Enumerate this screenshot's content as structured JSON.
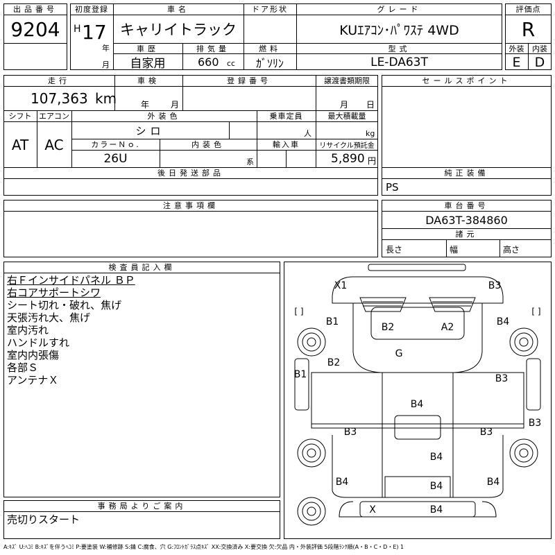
{
  "header": {
    "lot_no_label": "出品番号",
    "lot_no": "9204",
    "first_reg_label": "初度登録",
    "era": "H",
    "year": "17",
    "year_unit": "年",
    "month_unit": "月",
    "car_name_label": "車名",
    "car_name": "キャリイトラック",
    "door_label": "ドア形状",
    "door": "",
    "grade_label": "グレード",
    "grade": "KUｴｱｺﾝ･ﾊﾟﾜｽﾃ 4WD",
    "score_label": "評価点",
    "score": "R",
    "history_label": "車歴",
    "history": "自家用",
    "displacement_label": "排気量",
    "displacement": "660",
    "displacement_unit": "cc",
    "fuel_label": "燃料",
    "fuel": "ｶﾞｿﾘﾝ",
    "model_label": "型式",
    "model": "LE-DA63T",
    "exterior_grade_label": "外装",
    "exterior_grade": "E",
    "interior_grade_label": "内装",
    "interior_grade": "D"
  },
  "specs": {
    "mileage_label": "走行",
    "mileage": "107,363",
    "mileage_unit": "km",
    "inspection_label": "車検",
    "inspection_year_unit": "年",
    "inspection_month_unit": "月",
    "reg_no_label": "登録番号",
    "transfer_label": "譲渡書類期限",
    "transfer_month_unit": "月",
    "transfer_day_unit": "日",
    "shift_label": "シフト",
    "shift": "AT",
    "ac_label": "エアコン",
    "ac": "AC",
    "ext_color_label": "外装色",
    "ext_color": "シロ",
    "capacity_label": "乗車定員",
    "capacity_unit": "人",
    "load_label": "最大積載量",
    "load_unit": "kg",
    "color_no_label": "カラーＮｏ.",
    "color_no": "26U",
    "int_color_label": "内装色",
    "int_color_unit": "系",
    "import_label": "輸入車",
    "recycle_label": "リサイクル預託金",
    "recycle_fee": "5,890",
    "recycle_unit": "円",
    "later_parts_label": "後日発送部品"
  },
  "sales_points_label": "セールスポイント",
  "genuine_label": "純正装備",
  "genuine": "PS",
  "notes_label": "注意事項欄",
  "chassis_label": "車台番号",
  "chassis": "DA63T-384860",
  "dims_label": "諸元",
  "length_label": "長さ",
  "width_label": "幅",
  "height_label": "高さ",
  "inspector_label": "検査員記入欄",
  "inspector_notes": [
    "右Ｆインサイドパネル ＢＰ",
    "右コアサポートシワ",
    "シート切れ・破れ、焦げ",
    "天張汚れ大、焦げ",
    "室内汚れ",
    "ハンドルすれ",
    "室内内張傷",
    "各部Ｓ",
    "アンテナＸ"
  ],
  "office_label": "事務局よりご案内",
  "office_note": "売切りスタート",
  "diagram_marks": {
    "x1": "X1",
    "b3_top": "B3",
    "bracket": "[  ]",
    "b1_left": "B1",
    "b2_cab": "B2",
    "a2_cab": "A2",
    "b4_right": "B4",
    "g_glass": "G",
    "b2_door": "B2",
    "b1_side": "B1",
    "b3_door": "B3",
    "b4_bed_front": "B4",
    "b3_rail_left": "B3",
    "b3_rail_right": "B3",
    "b3_side": "B3",
    "b4_bed_mid": "B4",
    "b4_bl": "B4",
    "b4_br": "B4",
    "b4_tail": "B4",
    "x_bottom": "X",
    "b4_bottom": "B4"
  },
  "legend": "A:ｷｽﾞ U:ﾍｺﾐ B:ｷｽﾞを伴うﾍｺﾐ P:要塗装 W:補修跡 S:錆 C:腐食、穴 G:ﾌﾛﾝﾄｶﾞﾗｽ点ｷｽﾞ XX:交換済み X:要交換 欠:欠品 内・外装評価 5段階ﾗﾝｸ順(A・B・C・D・E) 1"
}
